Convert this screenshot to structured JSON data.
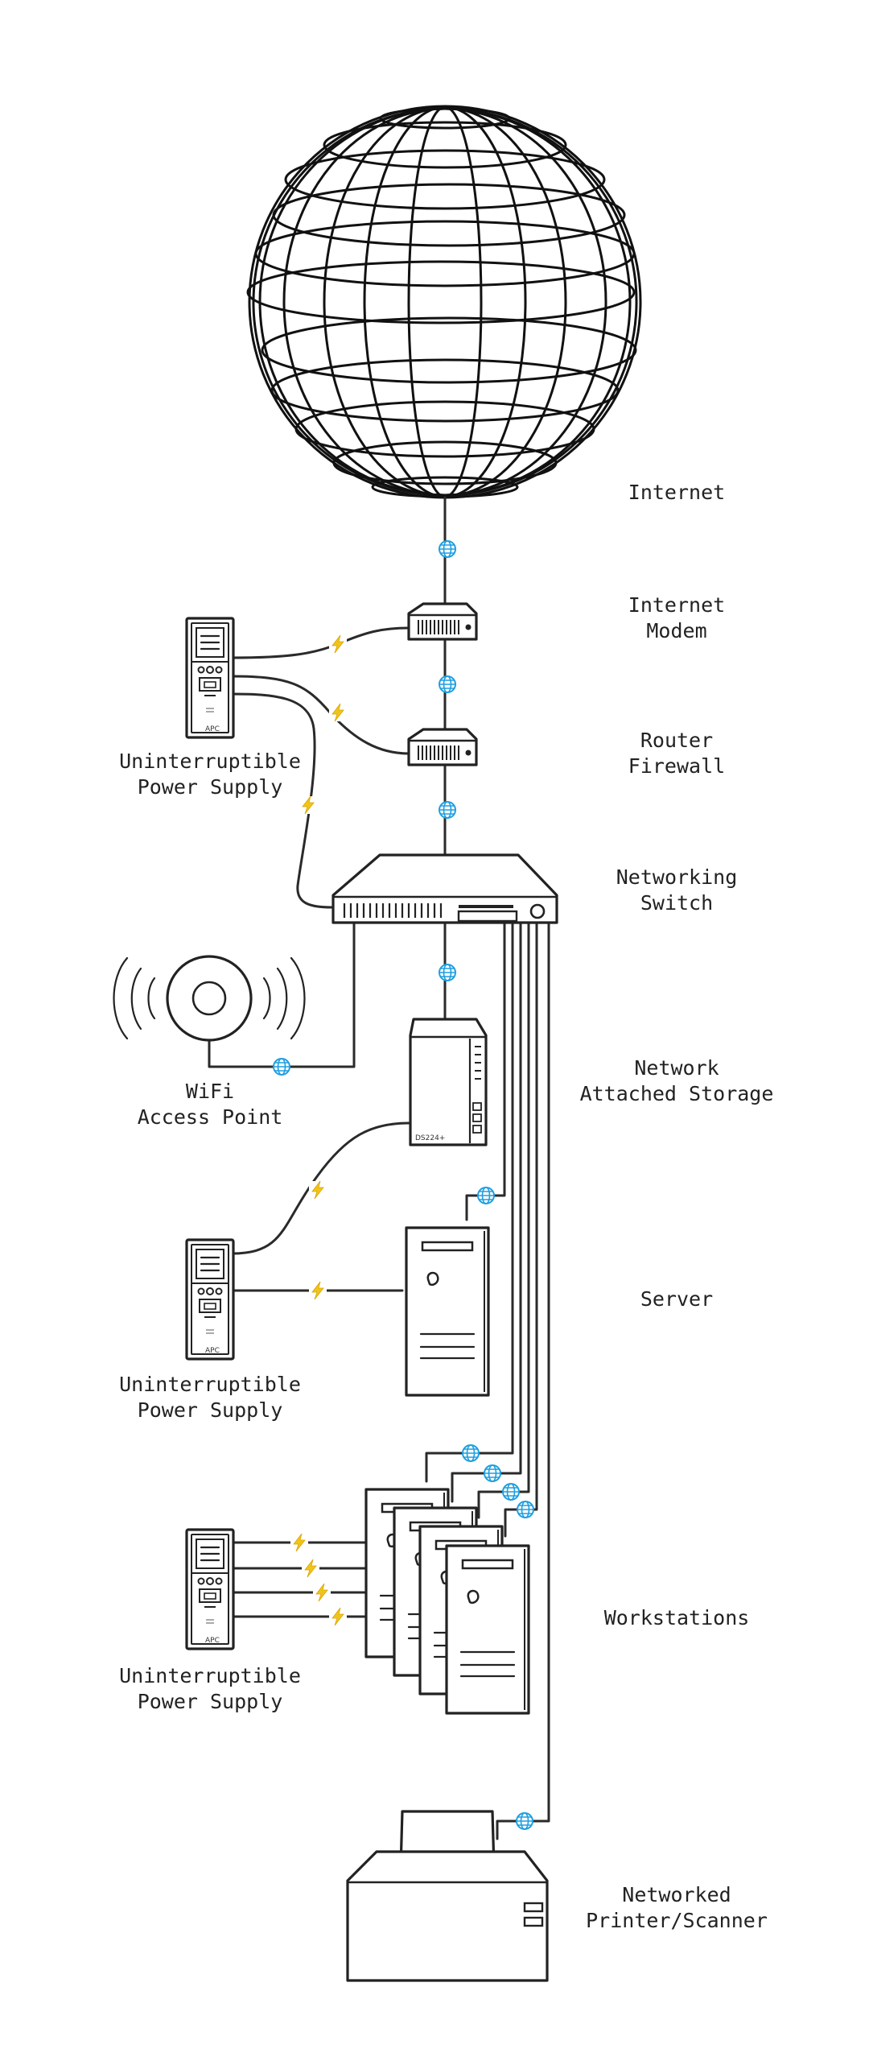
{
  "labels": {
    "internet": "Internet",
    "modem": [
      "Internet",
      "Modem"
    ],
    "router": [
      "Router",
      "Firewall"
    ],
    "switch": [
      "Networking",
      "Switch"
    ],
    "nas": [
      "Network",
      "Attached Storage"
    ],
    "server": "Server",
    "workstations": "Workstations",
    "printer": [
      "Networked",
      "Printer/Scanner"
    ],
    "ups1": [
      "Uninterruptible",
      "Power Supply"
    ],
    "ups2": [
      "Uninterruptible",
      "Power Supply"
    ],
    "ups3": [
      "Uninterruptible",
      "Power Supply"
    ],
    "wifi": [
      "WiFi",
      "Access Point"
    ]
  },
  "device_text": {
    "nas_model": "DS224+",
    "ups_brand": "APC"
  },
  "icons": {
    "network": "globe-icon",
    "power": "lightning-icon"
  },
  "colors": {
    "network_icon": "#1e9fe0",
    "power_icon": "#f2c41a",
    "line": "#2a2a2a",
    "device_stroke": "#222222"
  }
}
